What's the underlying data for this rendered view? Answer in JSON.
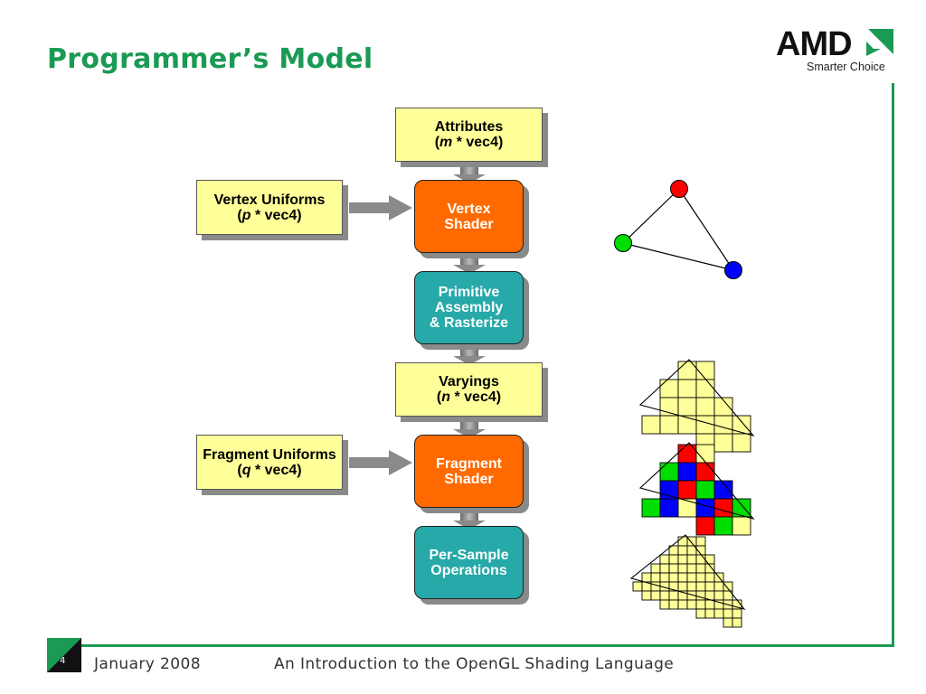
{
  "slide": {
    "title": "Programmer’s Model",
    "page_number": "4",
    "footer_date": "January 2008",
    "footer_title": "An Introduction to the OpenGL Shading Language"
  },
  "logo": {
    "text": "AMD",
    "tagline": "Smarter Choice",
    "brand_color": "#1a9a54"
  },
  "diagram": {
    "nodes": {
      "attributes": {
        "line1": "Attributes",
        "var": "m",
        "rest": " * vec4)"
      },
      "vertex_uniforms": {
        "line1": "Vertex Uniforms",
        "var": "p",
        "rest": " * vec4)"
      },
      "vertex_shader": {
        "line1": "Vertex",
        "line2": "Shader"
      },
      "primitive_assembly": {
        "line1": "Primitive",
        "line2": "Assembly",
        "line3": "& Rasterize"
      },
      "varyings": {
        "line1": "Varyings",
        "var": "n",
        "rest": " * vec4)"
      },
      "fragment_uniforms": {
        "line1": "Fragment Uniforms",
        "var": "q",
        "rest": " * vec4)"
      },
      "fragment_shader": {
        "line1": "Fragment",
        "line2": "Shader"
      },
      "per_sample": {
        "line1": "Per-Sample",
        "line2": "Operations"
      }
    },
    "colors": {
      "input_box": "#ffff99",
      "shader": "#ff6a00",
      "fixed_stage": "#26a9a8",
      "vertex_red": "#ff0000",
      "vertex_green": "#00dd00",
      "vertex_blue": "#0000ff",
      "pixel_fill": "#ffff99"
    }
  }
}
